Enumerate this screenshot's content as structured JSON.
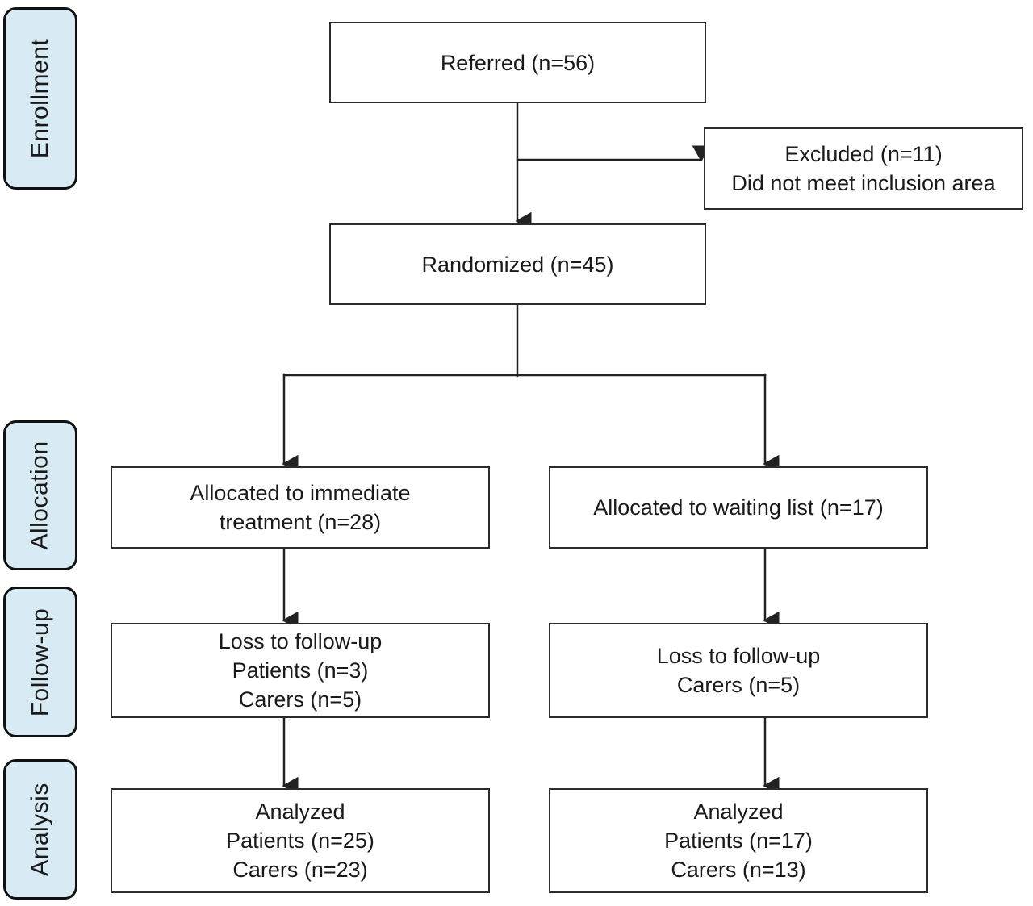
{
  "stages": [
    {
      "label": "Enrollment"
    },
    {
      "label": "Allocation"
    },
    {
      "label": "Follow-up"
    },
    {
      "label": "Analysis"
    }
  ],
  "boxes": {
    "referred": {
      "lines": [
        "Referred (n=56)"
      ]
    },
    "excluded": {
      "lines": [
        "Excluded (n=11)",
        "Did not meet inclusion area"
      ]
    },
    "randomized": {
      "lines": [
        "Randomized (n=45)"
      ]
    },
    "allocated_immediate": {
      "lines": [
        "Allocated to immediate",
        "treatment (n=28)"
      ]
    },
    "allocated_waiting": {
      "lines": [
        "Allocated to waiting list (n=17)"
      ]
    },
    "followup_immediate": {
      "lines": [
        "Loss to follow-up",
        "Patients (n=3)",
        "Carers (n=5)"
      ]
    },
    "followup_waiting": {
      "lines": [
        "Loss to follow-up",
        "Carers (n=5)"
      ]
    },
    "analyzed_immediate": {
      "lines": [
        "Analyzed",
        "Patients (n=25)",
        "Carers (n=23)"
      ]
    },
    "analyzed_waiting": {
      "lines": [
        "Analyzed",
        "Patients (n=17)",
        "Carers (n=13)"
      ]
    }
  },
  "colors": {
    "stage_fill": "#d8eaf4",
    "stage_border": "#111111",
    "box_fill": "#ffffff",
    "box_border": "#2b2b2b",
    "connector": "#222222",
    "text": "#1a1a1a"
  }
}
